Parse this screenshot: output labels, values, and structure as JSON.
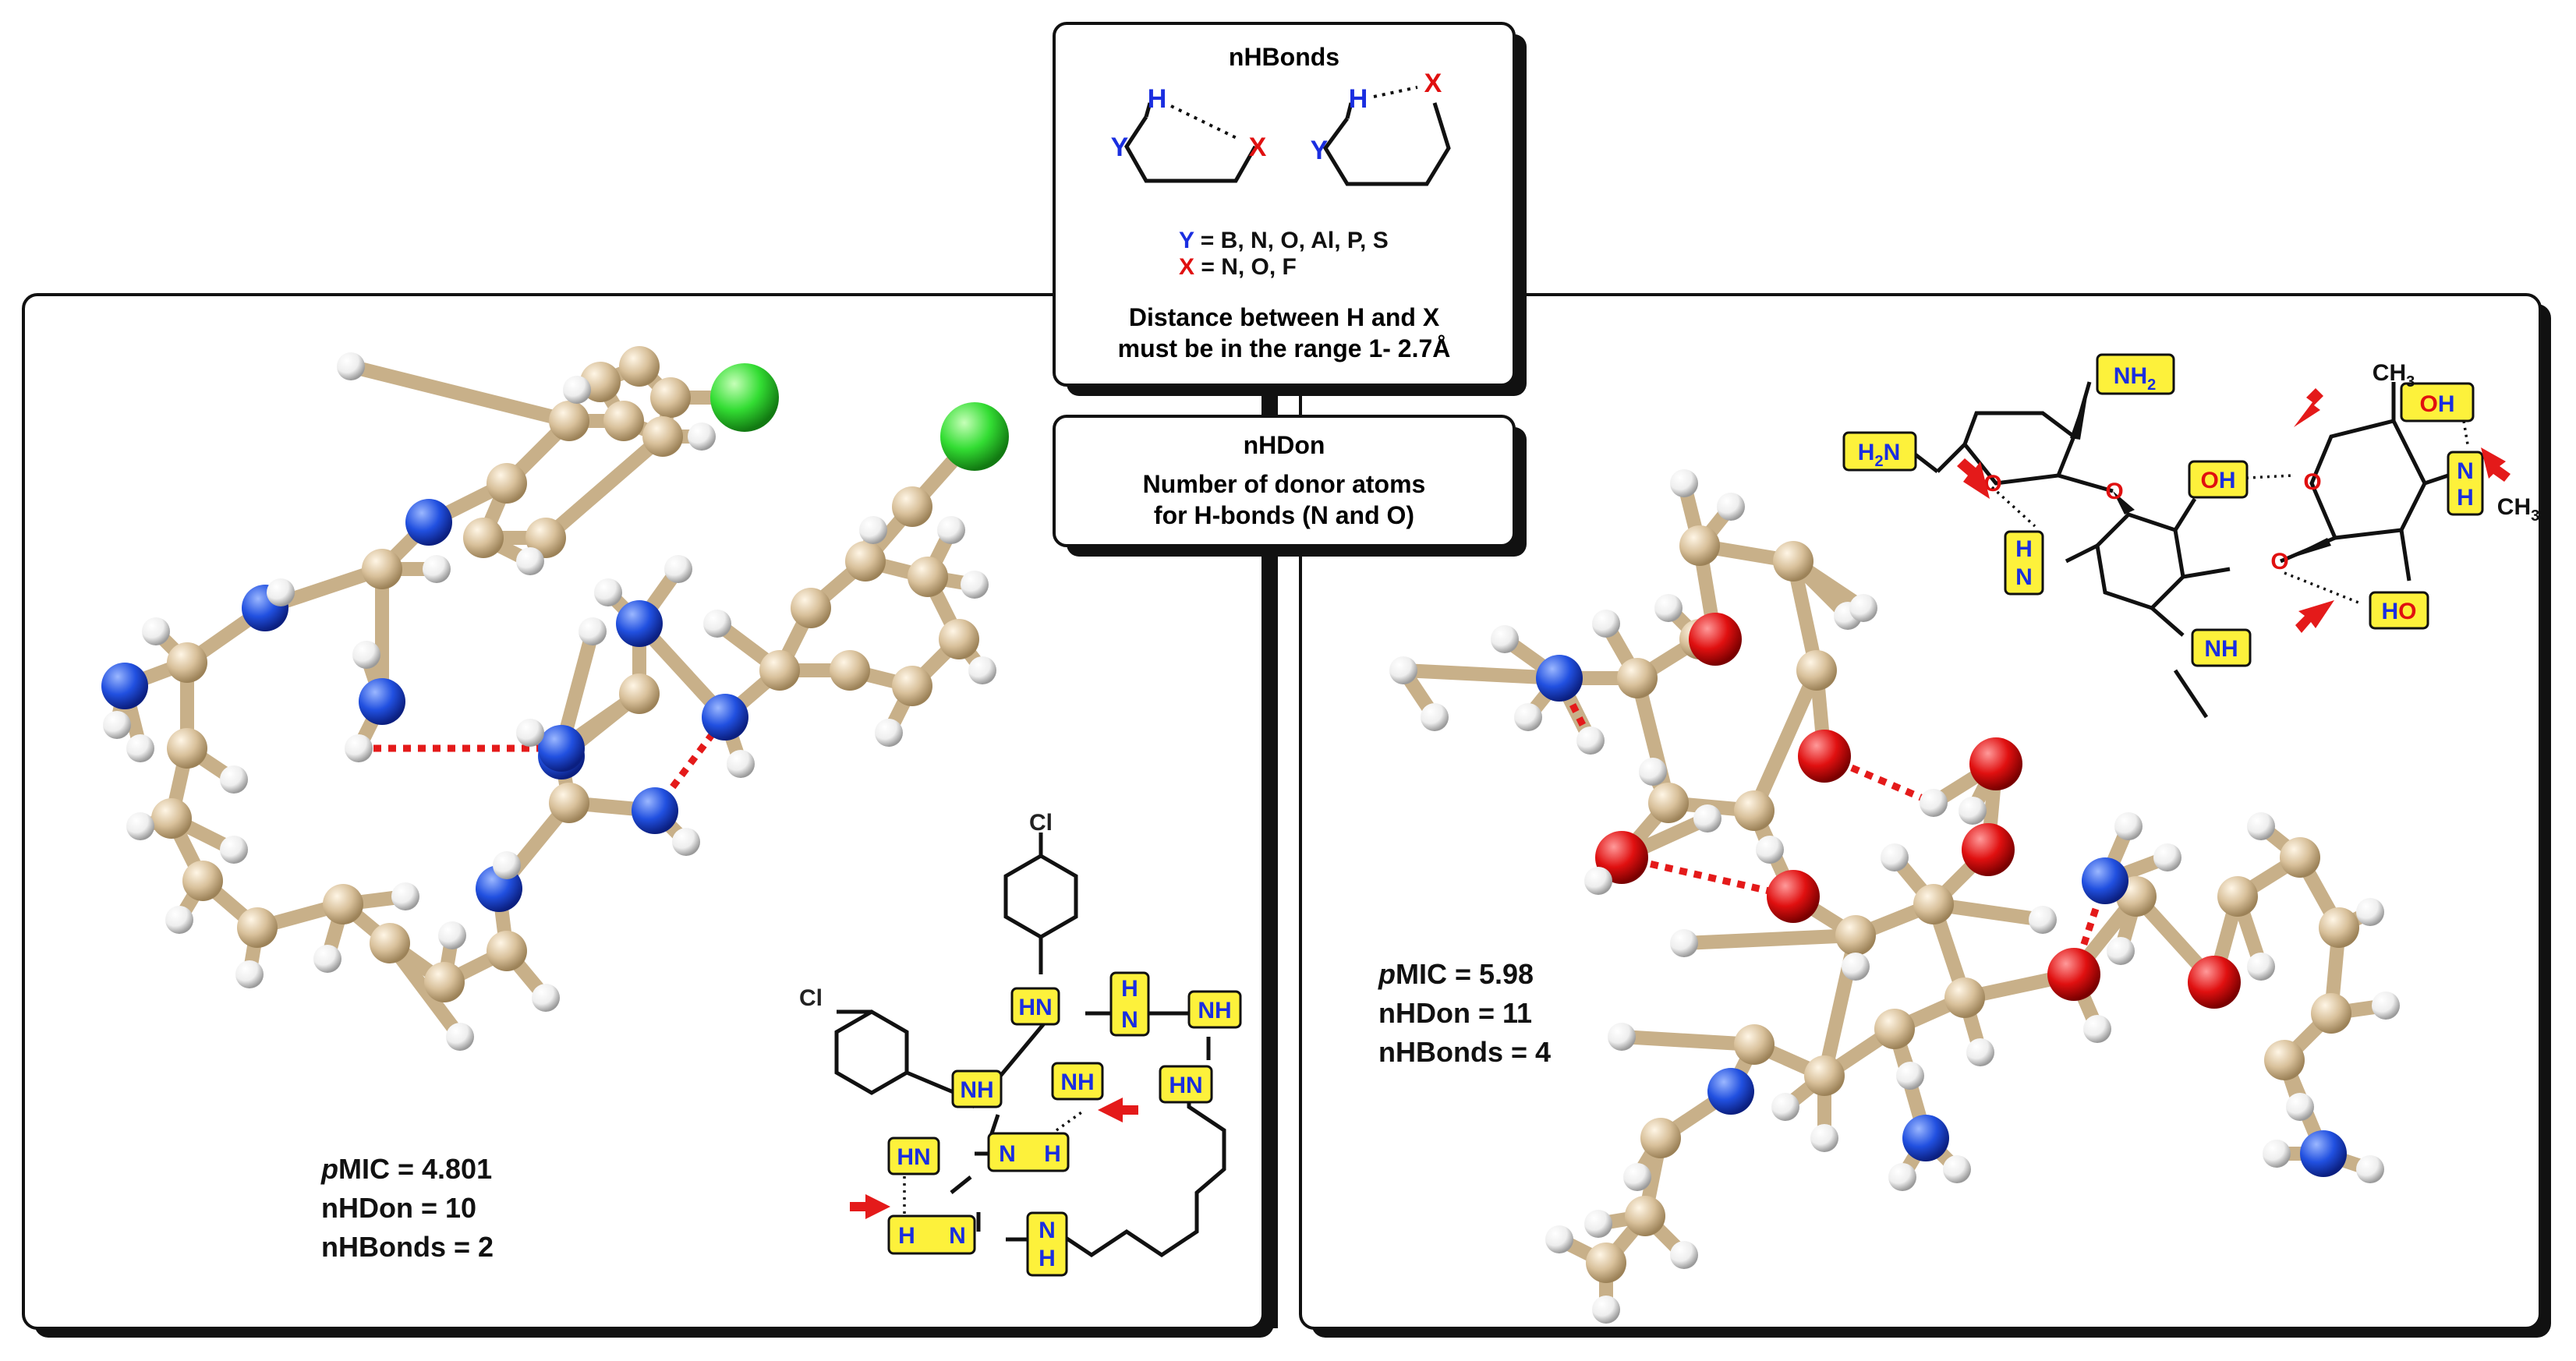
{
  "top_box": {
    "title": "nHBonds",
    "y_label": "Y",
    "y_def": " = B, N, O, Al, P, S",
    "x_label": "X",
    "x_def": " = N, O, F",
    "note_line1": "Distance between H and X",
    "note_line2": "must be in the range 1- 2.7Å"
  },
  "middle_box": {
    "title": "nHDon",
    "line1": "Number of donor atoms",
    "line2": "for H-bonds (N and O)"
  },
  "left_panel": {
    "pmic_label": "MIC = 4.801",
    "nhdon": "nHDon = 10",
    "nhbonds": "nHBonds = 2"
  },
  "right_panel": {
    "pmic_label": "MIC = 5.98",
    "nhdon": "nHDon = 11",
    "nhbonds": "nHBonds = 4"
  },
  "atom_labels": {
    "h": "H",
    "y": "Y",
    "x": "X",
    "p": "p",
    "cl": "Cl",
    "hn": "HN",
    "nh": "NH",
    "nh_sub": "N",
    "h_small": "H",
    "n": "N",
    "o": "O",
    "h2n": "H2N",
    "nh2": "NH2",
    "ch3": "CH3",
    "c": "C",
    "h_sub2": "2",
    "h_sub3": "3",
    "h2": "H",
    "n_low": "N"
  },
  "colors": {
    "carbon": "#d9c4a0",
    "nitrogen": "#2255e0",
    "oxygen": "#e01010",
    "chlorine": "#33dd33",
    "hydrogen": "#f4f4f4",
    "highlight": "#fdf13b",
    "hbond": "#e41a1a",
    "blue_text": "#1a2ee0",
    "red_text": "#e01010"
  }
}
